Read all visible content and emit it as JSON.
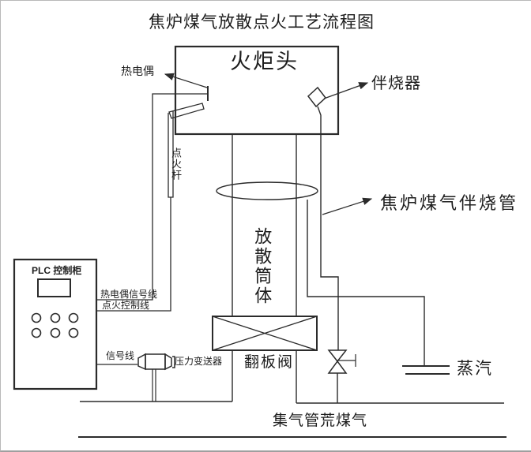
{
  "title": "焦炉煤气放散点火工艺流程图",
  "labels": {
    "flare_head": "火炬头",
    "thermocouple": "热电偶",
    "companion_burner": "伴烧器",
    "ignition_rod": "点火杆",
    "coke_gas_companion_pipe": "焦炉煤气伴烧管",
    "vent_cylinder": "放散筒体",
    "plc_cabinet": "PLC 控制柜",
    "thermocouple_signal_line": "热电偶信号线",
    "ignition_control_line": "点火控制线",
    "signal_line": "信号线",
    "pressure_transmitter": "压力变送器",
    "flap_valve": "翻板阀",
    "steam": "蒸汽",
    "gas_collecting_main": "集气管荒煤气"
  },
  "colors": {
    "line": "#2b2b2b",
    "background": "#ffffff"
  }
}
